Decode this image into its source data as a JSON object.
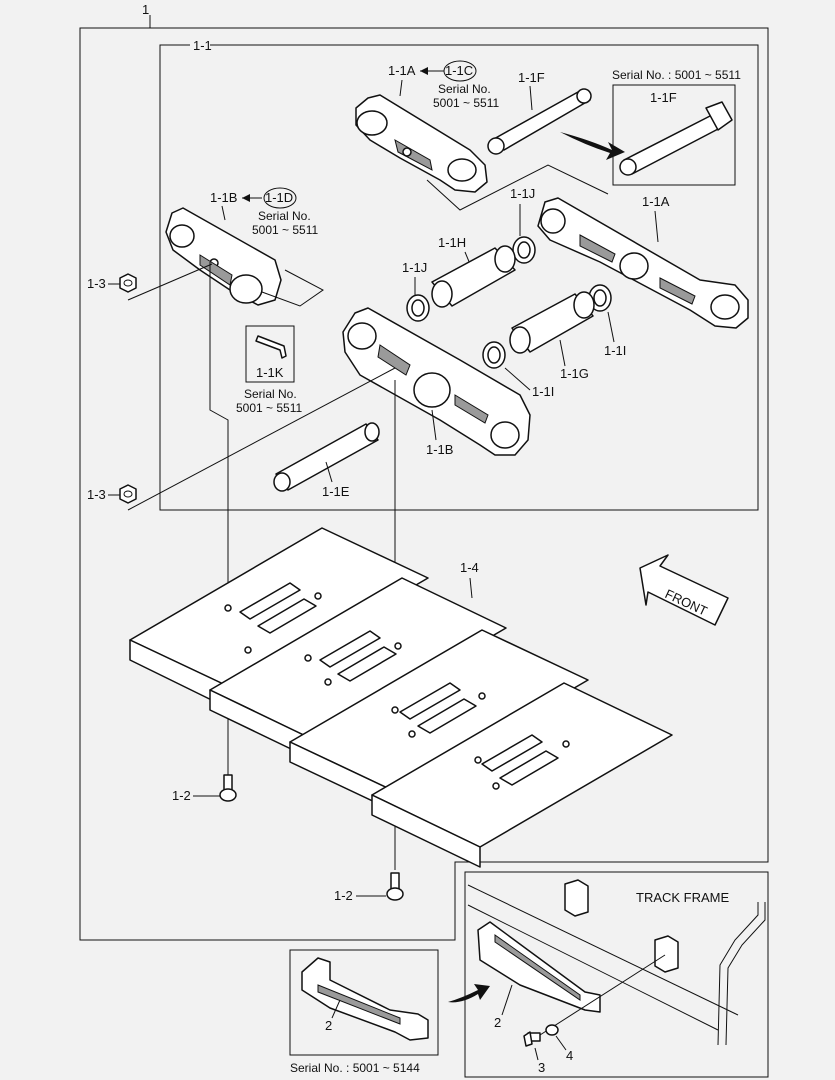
{
  "labels": {
    "top": "1",
    "sub": "1-1",
    "l1A_a": "1-1A",
    "l1C": "1-1C",
    "serialA_1": "Serial No.",
    "serialA_2": "5001 ~ 5511",
    "l1F_a": "1-1F",
    "serialF": "Serial No. : 5001 ~ 5511",
    "l1F_b": "1-1F",
    "l1B_a": "1-1B",
    "l1D": "1-1D",
    "serialB_1": "Serial No.",
    "serialB_2": "5001 ~ 5511",
    "l1J_a": "1-1J",
    "l1A_b": "1-1A",
    "l1H": "1-1H",
    "l1J_b": "1-1J",
    "l13_a": "1-3",
    "l1K": "1-1K",
    "serialK_1": "Serial No.",
    "serialK_2": "5001 ~ 5511",
    "l1I_a": "1-1I",
    "l1G": "1-1G",
    "l1I_b": "1-1I",
    "l1B_b": "1-1B",
    "l1E": "1-1E",
    "l13_b": "1-3",
    "l14": "1-4",
    "front": "FRONT",
    "l12_a": "1-2",
    "l12_b": "1-2",
    "track_frame": "TRACK FRAME",
    "guard_serial": "Serial No. : 5001 ~ 5144",
    "n2_a": "2",
    "n2_b": "2",
    "n3": "3",
    "n4": "4"
  }
}
